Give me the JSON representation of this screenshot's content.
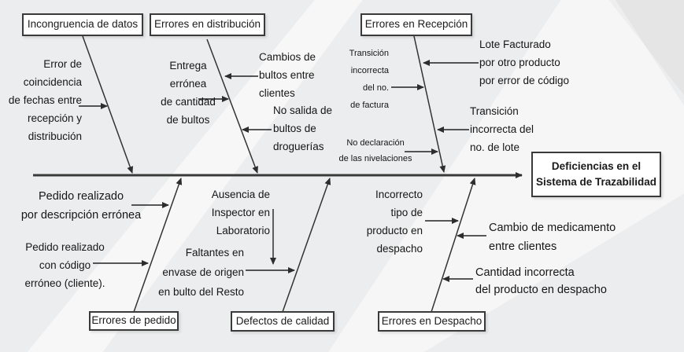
{
  "diagram": {
    "kind": "fishbone-ishikawa",
    "effect": "Deficiencias en el\nSistema de Trazabilidad",
    "branches": {
      "top": [
        {
          "category": "Incongruencia de datos",
          "causes": [
            "Error de\ncoincidencia\nde fechas entre\nrecepción y\ndistribución"
          ]
        },
        {
          "category": "Errores en distribución",
          "causes": [
            "Entrega\nerrónea\nde cantidad\nde bultos",
            "Cambios de\nbultos entre\nclientes",
            "No salida de\nbultos de\ndroguerías"
          ]
        },
        {
          "category": "Errores en Recepción",
          "causes": [
            "Transición\nincorrecta\ndel no.\nde factura",
            "Lote Facturado\npor otro producto\npor error de código",
            "Transición\nincorrecta del\nno. de lote",
            "No declaración\nde las nivelaciones"
          ]
        }
      ],
      "bottom": [
        {
          "category": "Errores de pedido",
          "causes": [
            "Pedido realizado\npor descripción errónea",
            "Pedido realizado\ncon código\nerróneo (cliente)."
          ]
        },
        {
          "category": "Defectos de calidad",
          "causes": [
            "Ausencia de\nInspector en\nLaboratorio",
            "Faltantes en\nenvase de origen\nen bulto del Resto"
          ]
        },
        {
          "category": "Errores en Despacho",
          "causes": [
            "Incorrecto\ntipo de\nproducto en\ndespacho",
            "Cambio de medicamento\nentre clientes",
            "Cantidad incorrecta\ndel producto en despacho"
          ]
        }
      ]
    },
    "style": {
      "background": "#ecedee",
      "line_color": "#333333",
      "box_background": "#ffffff",
      "box_border": "#3a3a3a",
      "text_color": "#161616"
    }
  }
}
